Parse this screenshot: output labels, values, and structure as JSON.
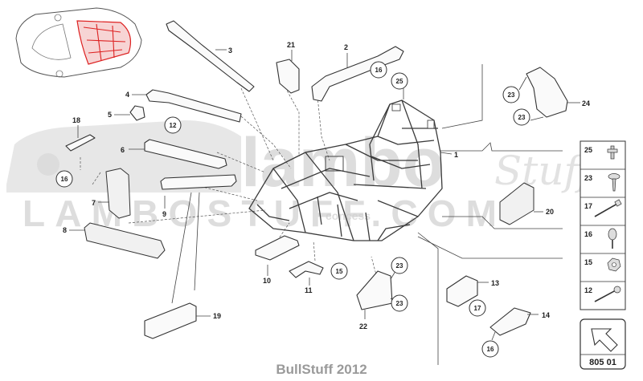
{
  "diagram": {
    "footer": "BullStuff 2012",
    "page_code": "805 01",
    "watermark": {
      "main": "lambo",
      "secondary": "LAMBOSTUFF.COM",
      "tail": "Stuff",
      "small": "concess"
    },
    "callouts": {
      "p1": "1",
      "p2": "2",
      "p3": "3",
      "p4": "4",
      "p5": "5",
      "p6": "6",
      "p7": "7",
      "p8": "8",
      "p9": "9",
      "p10": "10",
      "p11": "11",
      "p13": "13",
      "p14": "14",
      "p18": "18",
      "p19": "19",
      "p20": "20",
      "p21": "21",
      "p22": "22",
      "p24": "24"
    },
    "refs": {
      "r16a": "16",
      "r25": "25",
      "r12": "12",
      "r16b": "16",
      "r15": "15",
      "r23a": "23",
      "r23b": "23",
      "r23c": "23",
      "r23d": "23",
      "r17": "17",
      "r16c": "16"
    },
    "legend": [
      "25",
      "23",
      "17",
      "16",
      "15",
      "12"
    ]
  }
}
